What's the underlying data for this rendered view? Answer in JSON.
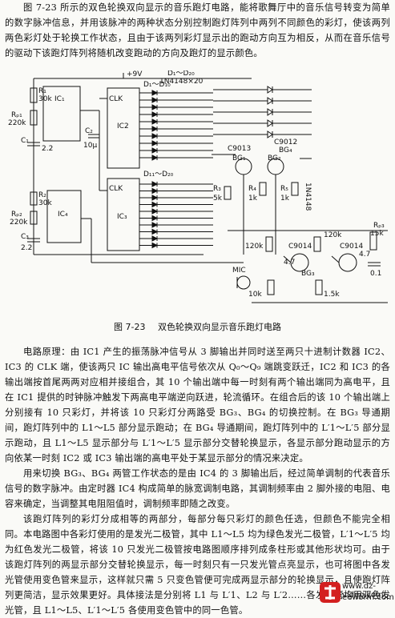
{
  "intro": "图 7-23 所示的双色轮换双向显示的音乐跑灯电路，能将歌舞厅中的音乐信号转变为简单的数字脉冲信息，并用该脉冲的两种状态分别控制跑灯阵列中两列不同颜色的彩灯，使该两列两色彩灯处于轮换工作状态，且由于该两列彩灯显示出的跑动方向互为相反，从而在音乐信号的驱动下该跑灯阵列将随机改变跑动的方向及跑灯的显示颜色。",
  "circuit": {
    "vcc": "+9V",
    "ic1": "IC₁",
    "ic2": "IC2",
    "ic3": "IC₃",
    "ic4": "IC₄",
    "clk": "CLK",
    "d_top": "D₁～D₁₀",
    "d_bottom": "D₁₁～D₂₀",
    "d_note": "D₁～D₂₀",
    "d_part": "1N4148×20",
    "r1": "R₁",
    "r1_val": "30k",
    "rp1": "Rₚ₁",
    "rp1_val": "220k",
    "c1": "C₁",
    "c1_val": "2.2",
    "c2": "C₂",
    "c2_val": "10μ",
    "r2": "R₂",
    "r2_val": "30k",
    "rp2": "Rₚ₂",
    "rp2_val": "220k",
    "c3": "C₃",
    "c3_val": "2.2",
    "bg1": "BG₁",
    "bg2": "BG₂",
    "bg3": "BG₃",
    "bg4": "BG₄",
    "c9012": "C9012",
    "c9013": "C9013",
    "c9014a": "C9014",
    "c9014b": "C9014",
    "r3": "R₃",
    "r4": "R₄",
    "r5": "R₅",
    "k1": "1k",
    "k5": "5k",
    "rp3": "Rₚ₃",
    "rp3_val": "15k",
    "r120a": "120k",
    "r120b": "120k",
    "r10": "10k",
    "r15": "1.5k",
    "c47a": "4.7",
    "c47b": "4.7",
    "c01": "0.1",
    "mic": "MIC",
    "diode_n": "1N4148"
  },
  "caption": {
    "num": "图 7-23",
    "title": "双色轮换双向显示音乐跑灯电路"
  },
  "p1": "电路原理：由 IC1 产生的振荡脉冲信号从 3 脚输出并同时送至两只十进制计数器 IC2、IC3 的 CLK 端，使该两只 IC 输出高电平信号依次从 Q₀～Q₉ 端跳变跃迁，IC2 和 IC3 的各输出端按首尾两两对应相并接组合，其 10 个输出端中每一时刻有两个输出端同为高电平，且在 IC1 提供的时钟脉冲触发下两高电平端逆向跃进，轮流循环。在组合后的该 10 个输出端上分别接有 10 只彩灯，并将该 10 只彩灯分两路受 BG₃、BG₄ 的切换控制。在 BG₃ 导通期间，跑灯阵列中的 L1～L5 部分显示跑动；在 BG₄ 导通期间，跑灯阵列中的 L′1～L′5 部分显示跑动，且 L1～L5 显示部分与 L′1～L′5 显示部分交替轮换显示，各显示部分跑动显示的方向依某一时刻 IC2 或 IC3 输出端的高电平处于某显示部分的情况来决定。",
  "p2": "用来切换 BG₃、BG₄ 两管工作状态的是由 IC4 的 3 脚输出后，经过简单调制的代表音乐信号的数字脉冲。由定时器 IC4 构成简单的脉宽调制电路，其调制频率由 2 脚外接的电阻、电容来确定，当调整其电阻阻值时，调制频率即随之改变。",
  "p3": "该跑灯阵列的彩灯分成相等的两部分，每部分每只彩灯的颜色任选，但颜色不能完全相同。本电路图中各彩灯使用的是发光二极管，其中 L1～L5 均为绿色发光二极管，L′1～L′5 均为红色发光二极管，将该 10 只发光二极管按电路图顺序排列成条柱形或其他形状均可。由于该跑灯阵列的两显示部分交替轮换显示，每一时刻只有一只发光管点亮显示，也可将图中各发光管使用变色管来显示，这样就只需 5 只变色管便可完成两显示部分的轮换显示，且使跑灯阵列更简洁，显示效果更好。具体接法是分别将 L1 与 L′1、L2 与 L′2……各发光管均用双色发光管，且 L1～L5、L′1～L′5 各使用变色管中的同一色管。",
  "watermark": {
    "url": "www.dz-video.com",
    "url2": "eeworm.com"
  }
}
